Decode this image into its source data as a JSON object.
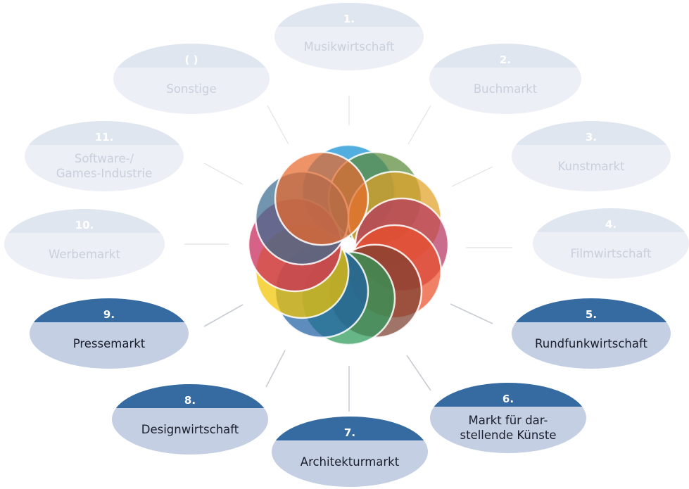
{
  "diagram": {
    "center": {
      "logo": "rosette-logo-icon"
    },
    "colors": {
      "active_header": "#356ba1",
      "active_body": "#c4cfe3",
      "inactive_header": "#e0e6ef",
      "inactive_body": "#eceff5",
      "connector": "#c8ccd2",
      "rosette": [
        "#0f8fd2",
        "#5a8a3a",
        "#e0a125",
        "#b6355f",
        "#ea4f2b",
        "#7b3f2f",
        "#2c9a5a",
        "#1f5fa3",
        "#f2c300",
        "#c7265a",
        "#3a6c8f",
        "#e86a2d"
      ]
    },
    "nodes": [
      {
        "key": "n1",
        "number": "1.",
        "label": "Musikwirtschaft",
        "active": false
      },
      {
        "key": "n2",
        "number": "2.",
        "label": "Buchmarkt",
        "active": false
      },
      {
        "key": "n3",
        "number": "3.",
        "label": "Kunstmarkt",
        "active": false
      },
      {
        "key": "n4",
        "number": "4.",
        "label": "Filmwirtschaft",
        "active": false
      },
      {
        "key": "n5",
        "number": "5.",
        "label": "Rundfunkwirtschaft",
        "active": true
      },
      {
        "key": "n6",
        "number": "6.",
        "label": "Markt für dar-\nstellende Künste",
        "active": true
      },
      {
        "key": "n7",
        "number": "7.",
        "label": "Architekturmarkt",
        "active": true
      },
      {
        "key": "n8",
        "number": "8.",
        "label": "Designwirtschaft",
        "active": true
      },
      {
        "key": "n9",
        "number": "9.",
        "label": "Pressemarkt",
        "active": true
      },
      {
        "key": "n10",
        "number": "10.",
        "label": "Werbemarkt",
        "active": false
      },
      {
        "key": "n11",
        "number": "11.",
        "label": "Software-/\nGames-Industrie",
        "active": false
      },
      {
        "key": "n12",
        "number": "( )",
        "label": "Sonstige",
        "active": false
      }
    ]
  }
}
